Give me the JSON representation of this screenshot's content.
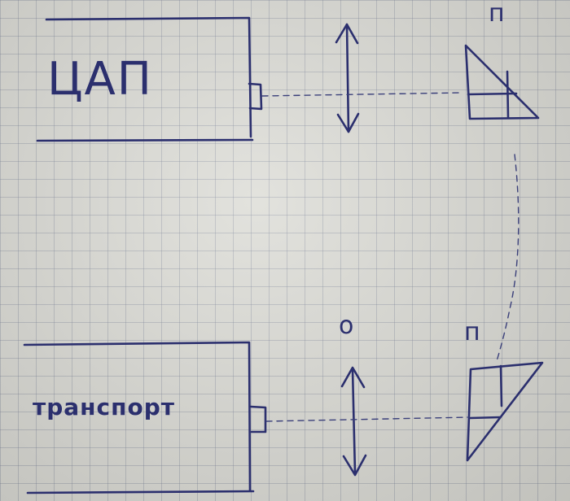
{
  "blocks": {
    "dac": {
      "label": "ЦАП"
    },
    "transport": {
      "label": "транспорт"
    }
  },
  "annotations": {
    "prism_top": "п",
    "prism_bottom": "п",
    "lens_bottom": "о"
  },
  "colors": {
    "ink": "#2b2f6e",
    "paper": "#dcdcd6",
    "grid": "#7880a0"
  }
}
